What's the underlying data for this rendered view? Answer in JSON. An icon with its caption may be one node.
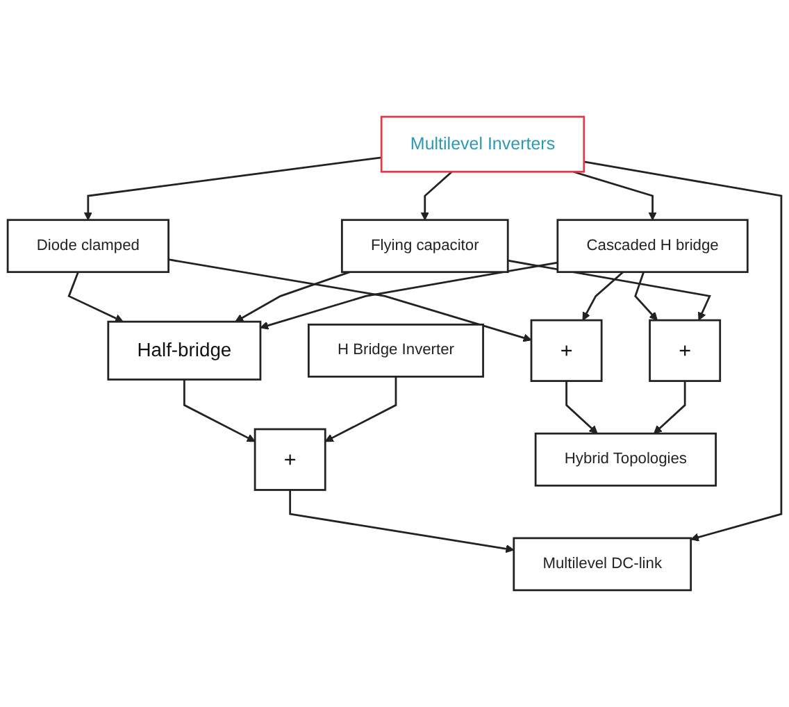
{
  "diagram": {
    "nodes": [
      {
        "text": [
          "Half-bridge"
        ]
      },
      {
        "text": [
          "+"
        ]
      },
      {
        "text": [
          "H Bridge Inverter"
        ]
      },
      {
        "text": [
          "Multilevel DC-link"
        ]
      },
      {
        "text": [
          "Multilevel Inverters"
        ]
      },
      {
        "text": [
          "Diode clamped"
        ]
      },
      {
        "text": [
          "Cascaded H bridge"
        ]
      },
      {
        "text": [
          "Flying capacitor"
        ]
      },
      {
        "text": [
          "+"
        ]
      },
      {
        "text": [
          "+"
        ]
      },
      {
        "text": [
          "Hybrid Topologies"
        ]
      }
    ],
    "edges": [
      {
        "from": 5,
        "to": 0,
        "arrow": "to"
      },
      {
        "from": 7,
        "to": 0,
        "arrow": "to"
      },
      {
        "from": 6,
        "to": 0,
        "arrow": "to"
      },
      {
        "from": 0,
        "to": 1,
        "arrow": "to"
      },
      {
        "from": 2,
        "to": 1,
        "arrow": "to"
      },
      {
        "from": 1,
        "to": 3,
        "arrow": "to"
      },
      {
        "from": 4,
        "to": 3,
        "arrow": "to"
      },
      {
        "from": 4,
        "to": 5,
        "arrow": "to"
      },
      {
        "from": 4,
        "to": 6,
        "arrow": "to"
      },
      {
        "from": 4,
        "to": 7,
        "arrow": "to"
      },
      {
        "from": 5,
        "to": 8,
        "arrow": "to"
      },
      {
        "from": 6,
        "to": 8,
        "arrow": "to"
      },
      {
        "from": 6,
        "to": 9,
        "arrow": "to"
      },
      {
        "from": 7,
        "to": 9,
        "arrow": "to"
      },
      {
        "from": 8,
        "to": 10,
        "arrow": "to"
      },
      {
        "from": 9,
        "to": 10,
        "arrow": "to"
      }
    ]
  }
}
